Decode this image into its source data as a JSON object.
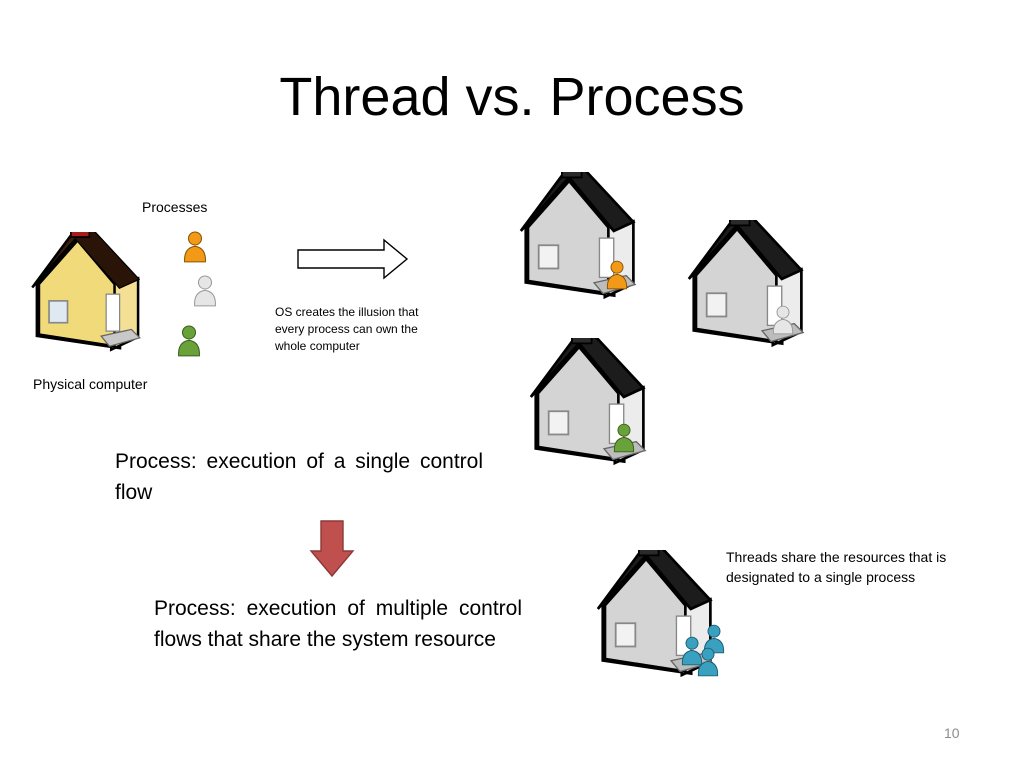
{
  "slide": {
    "title": "Thread vs. Process",
    "page_number": "10"
  },
  "labels": {
    "processes": "Processes",
    "physical_computer": "Physical computer",
    "illusion_note": "OS creates the illusion that every process can own the whole computer",
    "threads_note": "Threads share the resources that is designated to a single process"
  },
  "body": {
    "process_single": "Process: execution of a single control flow",
    "process_multiple": "Process: execution of multiple control flows that share the system resource"
  },
  "icons": {
    "yellow_house": "house-icon",
    "gray_house": "house-icon",
    "person": "person-icon",
    "right_arrow": "outline-arrow-right-icon",
    "down_arrow": "red-arrow-down-icon"
  },
  "colors": {
    "yellow_wall": "#f1da7a",
    "brown_roof": "#3a1d0b",
    "red_chimney": "#a51c1c",
    "gray_wall": "#d4d4d4",
    "black_roof": "#1c1c1c",
    "person_orange": "#f29a18",
    "person_white": "#e6e6e6",
    "person_green": "#6aa23a",
    "person_teal": "#3aa0c0",
    "down_arrow": "#c0504d"
  }
}
